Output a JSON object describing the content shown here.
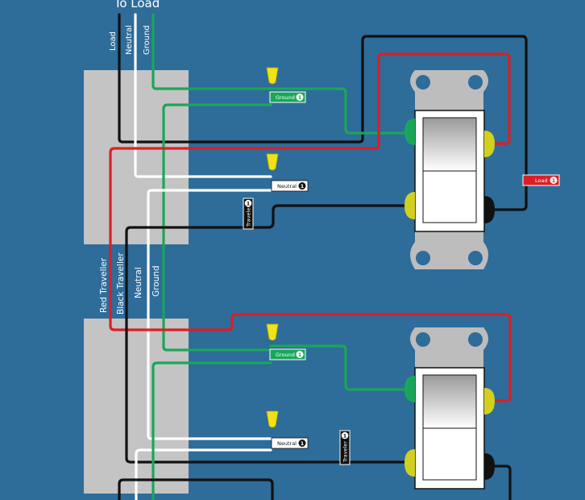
{
  "diagram": {
    "top_title": "To Load",
    "top_wires": {
      "load": "Load",
      "neutral": "Neutral",
      "ground": "Ground"
    },
    "mid_wires": {
      "red_traveller": "Red Traveller",
      "black_traveller": "Black Traveller",
      "neutral": "Neutral",
      "ground": "Ground"
    },
    "switch1": {
      "ground_tag": "Ground",
      "ground_num": "1",
      "neutral_tag": "Neutral",
      "neutral_num": "1",
      "traveler_tag": "Traveler",
      "traveler_num": "1",
      "load_tag": "Load",
      "load_num": "1"
    },
    "switch2": {
      "ground_tag": "Ground",
      "ground_num": "1",
      "neutral_tag": "Neutral",
      "neutral_num": "1",
      "traveler_tag": "Traveler",
      "traveler_num": "1"
    },
    "colors": {
      "background": "#2e6c9a",
      "box": "#c4c4c4",
      "black_wire": "#111111",
      "white_wire": "#ffffff",
      "green_wire": "#1aa65a",
      "red_wire": "#d91f26",
      "nut": "#f1e216",
      "terminal_brass": "#d3cf1e",
      "terminal_green": "#1aa65a",
      "terminal_black": "#111111"
    }
  }
}
